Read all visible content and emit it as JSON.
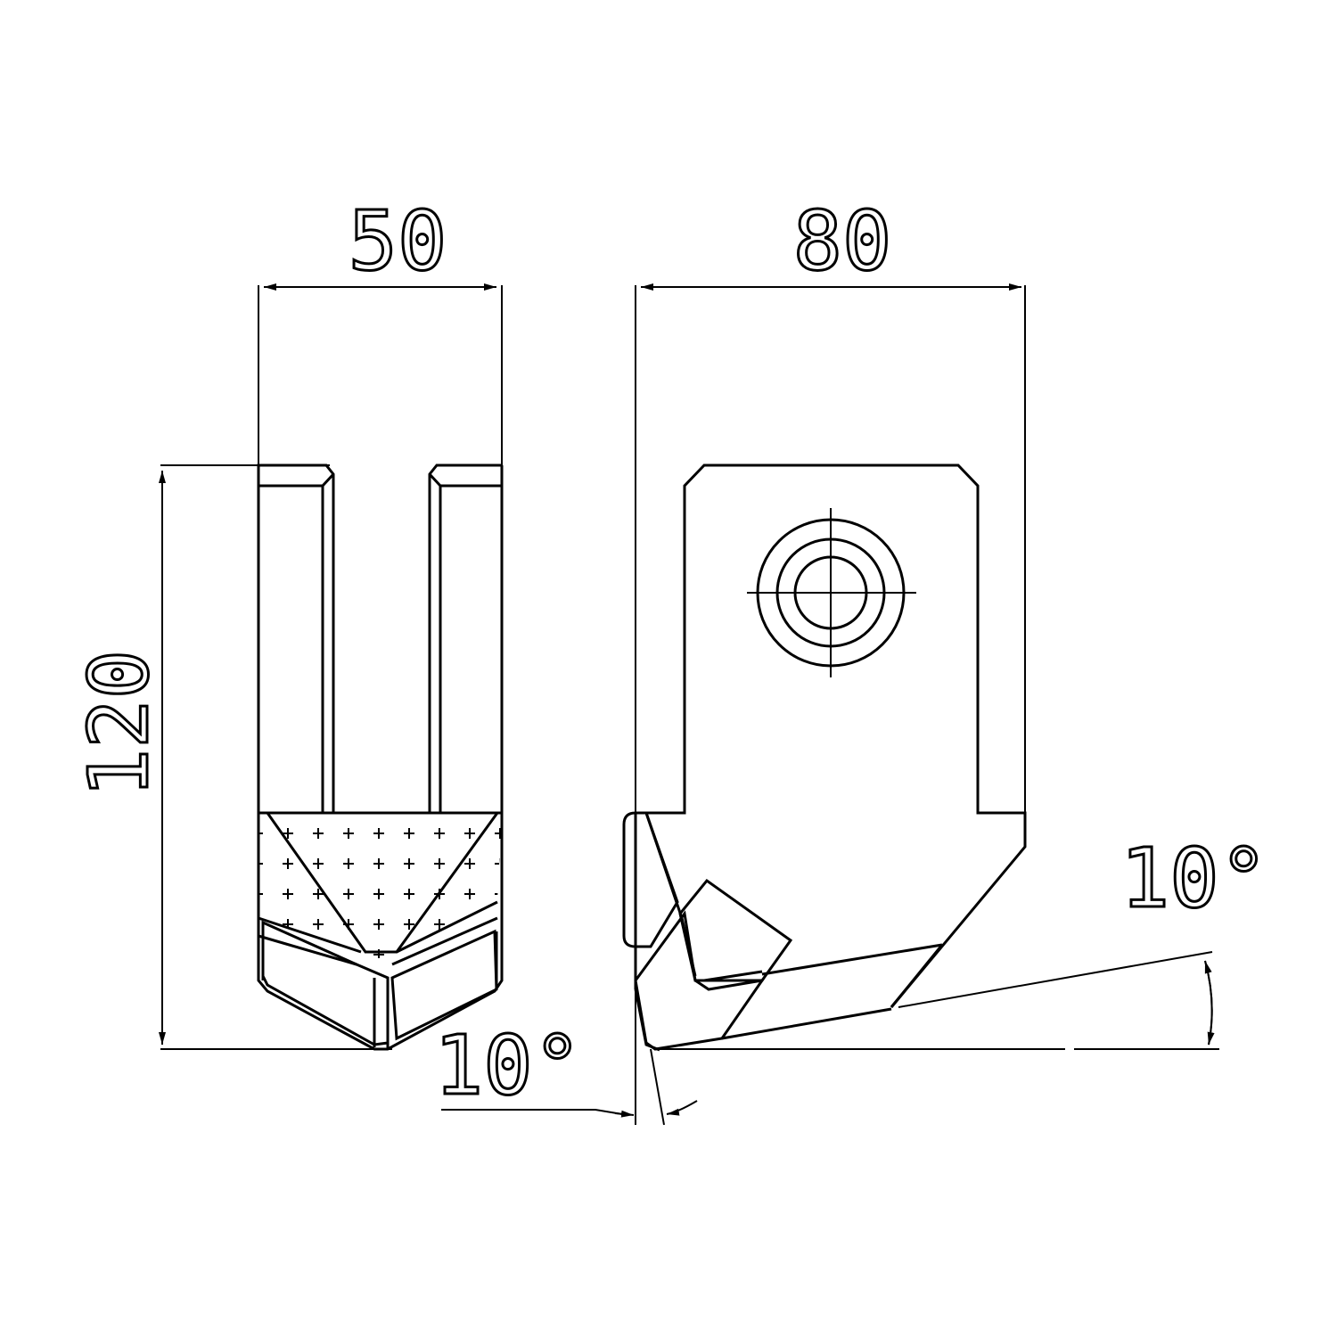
{
  "dimensions": {
    "front_width": "50",
    "side_width": "80",
    "height": "120",
    "angle_bottom": "10°",
    "angle_right": "10°"
  }
}
